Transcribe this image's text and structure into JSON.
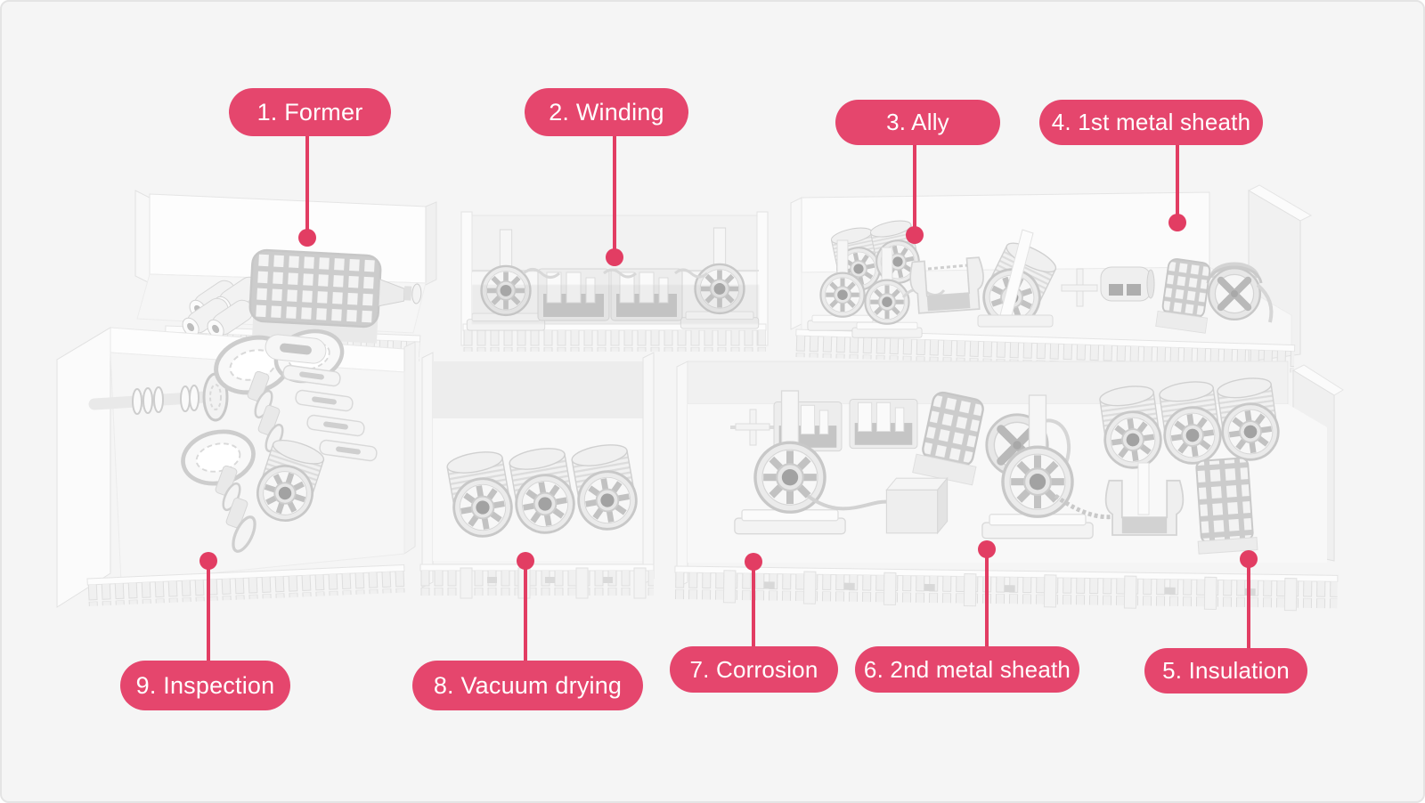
{
  "colors": {
    "accent_pink_pill": "#e5466d",
    "accent_pink_dot": "#e23d63",
    "background": "#f5f5f5",
    "border": "#e4e4e4",
    "illustration_gray": "#ececec"
  },
  "callouts": [
    {
      "step": 1,
      "label": "1. Former"
    },
    {
      "step": 2,
      "label": "2. Winding"
    },
    {
      "step": 3,
      "label": "3. Ally"
    },
    {
      "step": 4,
      "label": "4. 1st metal sheath"
    },
    {
      "step": 5,
      "label": "5. Insulation"
    },
    {
      "step": 6,
      "label": "6. 2nd metal sheath"
    },
    {
      "step": 7,
      "label": "7. Corrosion"
    },
    {
      "step": 8,
      "label": "8. Vacuum drying"
    },
    {
      "step": 9,
      "label": "9. Inspection"
    }
  ]
}
